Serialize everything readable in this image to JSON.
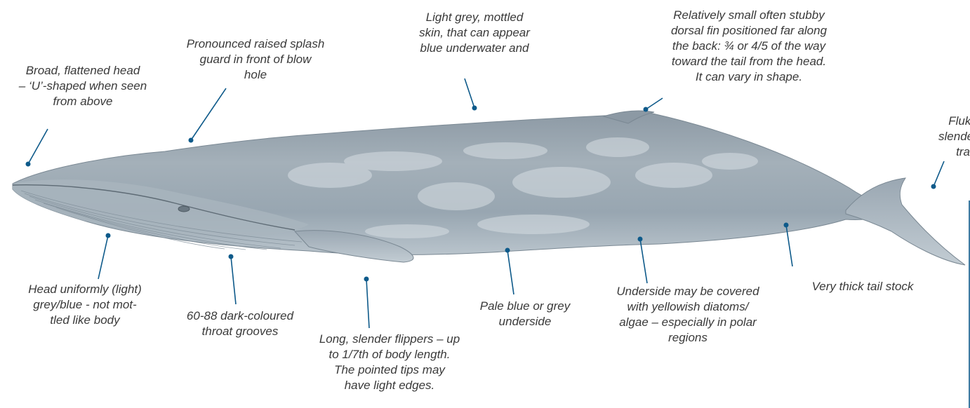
{
  "colors": {
    "leader": "#0e5a8a",
    "text": "#3a3a3a",
    "body_dark": "#7f8f9c",
    "body_light": "#c5d0d8"
  },
  "annotations": [
    {
      "id": "head-shape",
      "lines": [
        "Broad, flattened head",
        "– ‘U’-shaped when seen",
        "from above"
      ]
    },
    {
      "id": "splash-guard",
      "lines": [
        "Pronounced raised splash",
        "guard in front of blow",
        "hole"
      ]
    },
    {
      "id": "skin",
      "lines": [
        "Light grey, mottled",
        "skin, that can appear",
        "blue underwater and"
      ]
    },
    {
      "id": "dorsal-fin",
      "lines": [
        "Relatively small  often stubby",
        "dorsal fin positioned far along",
        "the back: ¾ or 4/5 of the way",
        "toward the tail from the head.",
        "It can vary in shape."
      ]
    },
    {
      "id": "flukes",
      "lines": [
        "Fluke",
        "slender a",
        "tra"
      ]
    },
    {
      "id": "head-colour",
      "lines": [
        "Head uniformly (light)",
        "grey/blue  - not mot-",
        "tled like body"
      ]
    },
    {
      "id": "throat-grooves",
      "lines": [
        "60-88  dark-coloured",
        "throat grooves"
      ]
    },
    {
      "id": "flippers",
      "lines": [
        "Long, slender flippers – up",
        "to 1/7th of body length.",
        "The pointed tips may",
        "have light edges."
      ]
    },
    {
      "id": "underside",
      "lines": [
        "Pale blue or grey",
        "underside"
      ]
    },
    {
      "id": "diatoms",
      "lines": [
        "Underside may be covered",
        "with yellowish diatoms/",
        "algae – especially in polar",
        "regions"
      ]
    },
    {
      "id": "tail-stock",
      "lines": [
        "Very thick tail stock"
      ]
    }
  ]
}
